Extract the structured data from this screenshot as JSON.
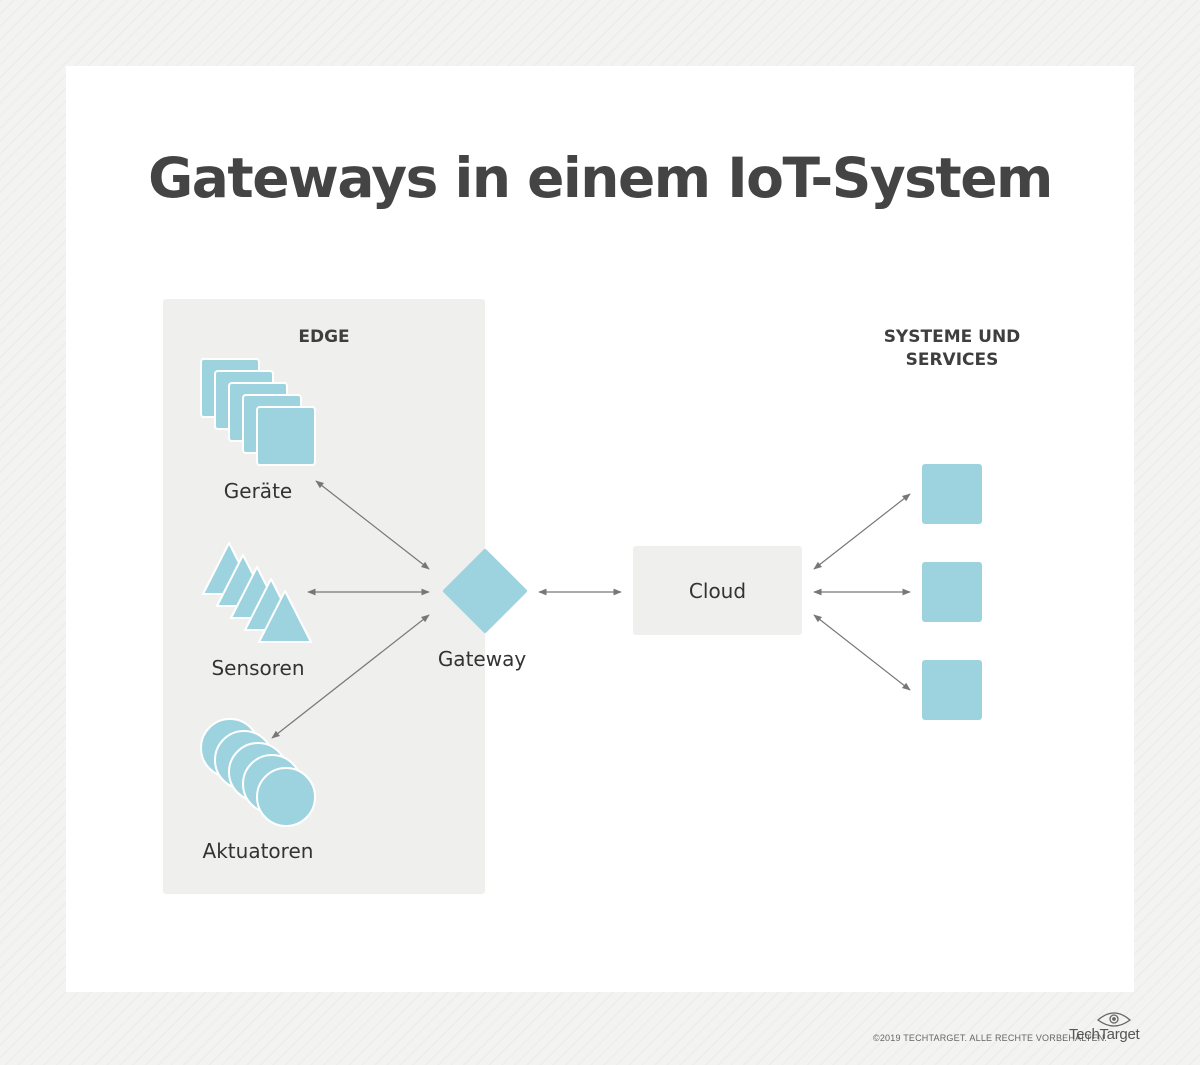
{
  "title": "Gateways in einem IoT-System",
  "edge": {
    "heading": "EDGE",
    "devices_label": "Geräte",
    "sensors_label": "Sensoren",
    "actuators_label": "Aktuatoren"
  },
  "gateway_label": "Gateway",
  "cloud_label": "Cloud",
  "systems_heading": "SYSTEME UND SERVICES",
  "footer": {
    "copyright": "©2019 TECHTARGET. ALLE RECHTE VORBEHALTEN.",
    "logo": "TechTarget"
  },
  "colors": {
    "shape_fill": "#9dd3df",
    "shape_stroke": "#ffffff",
    "panel_bg": "#eff0ee",
    "arrow": "#777777",
    "title": "#444444"
  }
}
